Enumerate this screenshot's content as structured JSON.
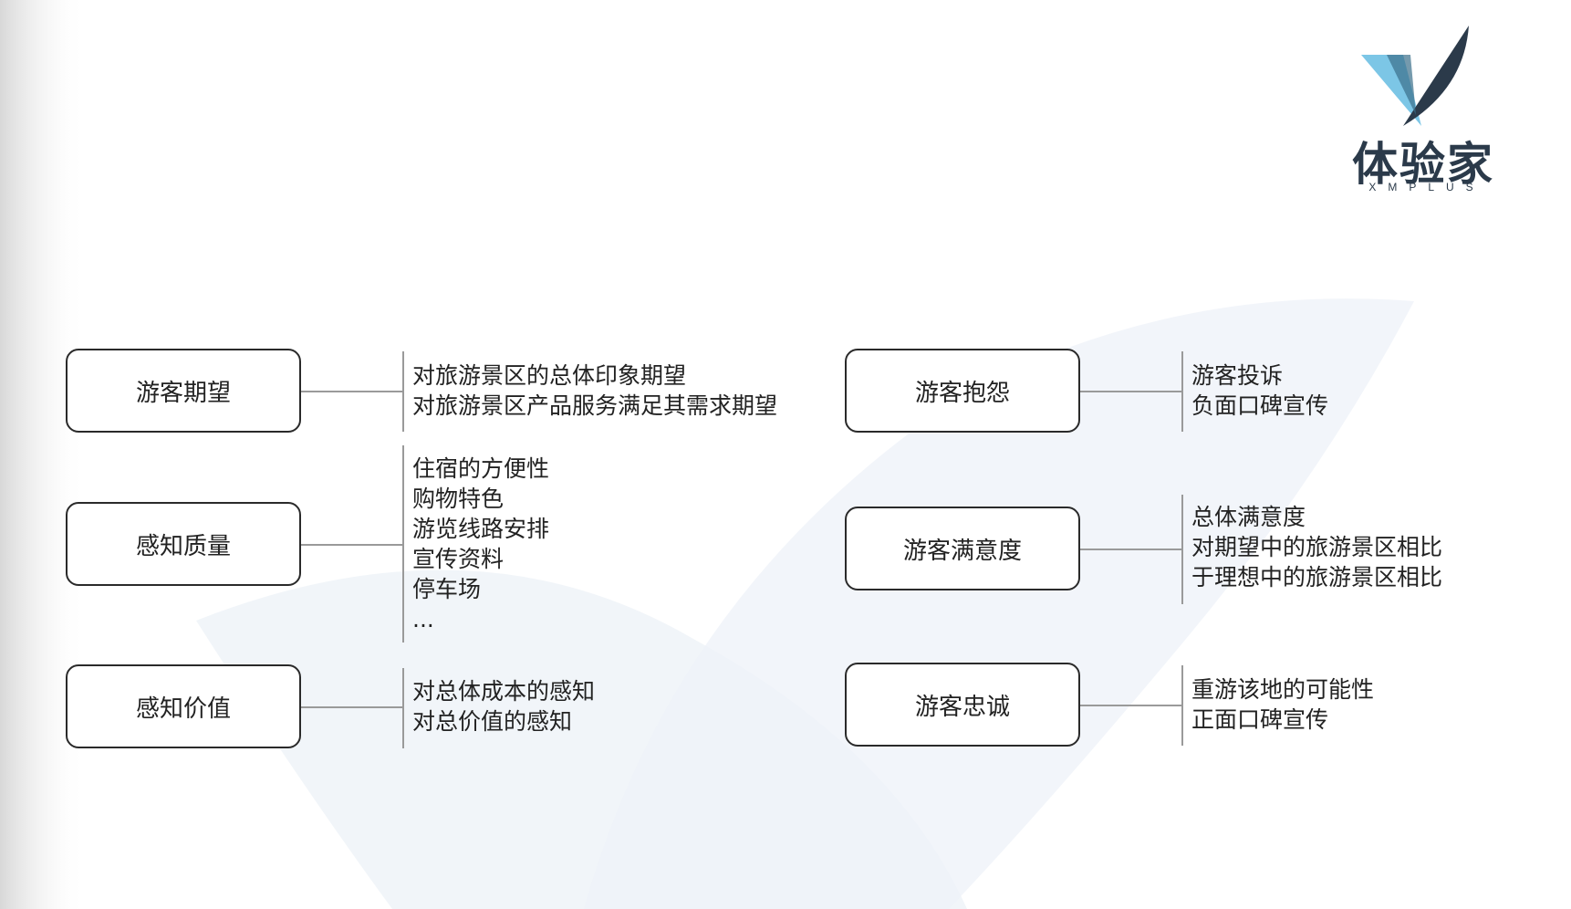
{
  "logo": {
    "cn": "体验家",
    "en": "XMPLUS"
  },
  "diagram": {
    "left": [
      {
        "label": "游客期望",
        "items": [
          "对旅游景区的总体印象期望",
          "对旅游景区产品服务满足其需求期望"
        ]
      },
      {
        "label": "感知质量",
        "items": [
          "住宿的方便性",
          "购物特色",
          "游览线路安排",
          "宣传资料",
          "停车场",
          "..."
        ]
      },
      {
        "label": "感知价值",
        "items": [
          "对总体成本的感知",
          "对总价值的感知"
        ]
      }
    ],
    "right": [
      {
        "label": "游客抱怨",
        "items": [
          "游客投诉",
          "负面口碑宣传"
        ]
      },
      {
        "label": "游客满意度",
        "items": [
          "总体满意度",
          "对期望中的旅游景区相比",
          "于理想中的旅游景区相比"
        ]
      },
      {
        "label": "游客忠诚",
        "items": [
          "重游该地的可能性",
          "正面口碑宣传"
        ]
      }
    ]
  },
  "colors": {
    "logo_dark": "#2b3a4a",
    "logo_light": "#7cc6e6",
    "box_border": "#2a2a2a",
    "connector": "#9a9a9a"
  }
}
